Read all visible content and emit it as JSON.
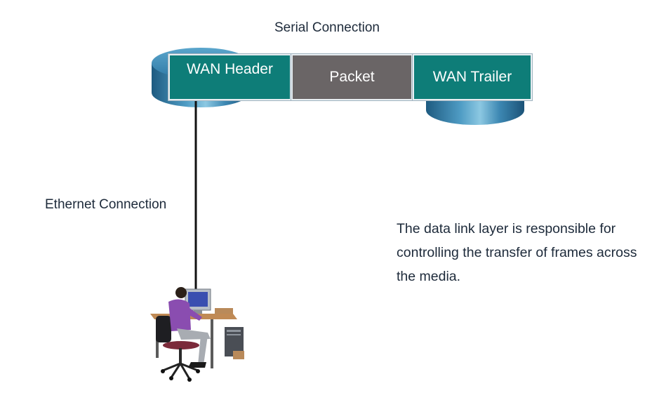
{
  "labels": {
    "serial_connection": "Serial Connection",
    "ethernet_connection": "Ethernet Connection"
  },
  "frame": {
    "header": "WAN Header",
    "packet": "Packet",
    "trailer": "WAN Trailer"
  },
  "description": "The data link layer is responsible for controlling the transfer of frames across the media.",
  "colors": {
    "frame_header": "#0e7d78",
    "frame_packet": "#6a6566",
    "frame_trailer": "#0e7d78",
    "router": "#2b6f98",
    "text": "#1d2a3a"
  },
  "icons": {
    "left_router": "router-icon",
    "right_router": "router-icon",
    "workstation": "user-workstation-icon"
  }
}
